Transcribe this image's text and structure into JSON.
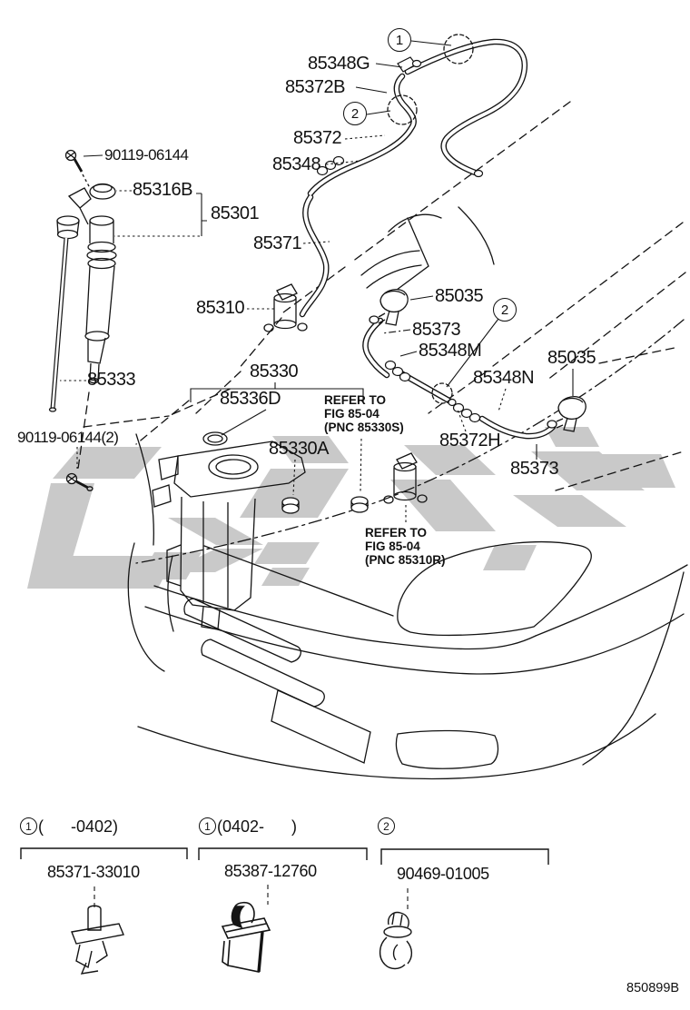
{
  "figure": {
    "code": "850899B"
  },
  "callouts": {
    "one": "1",
    "two": "2"
  },
  "parts": {
    "p85348G": "85348G",
    "p85372B": "85372B",
    "p85372": "85372",
    "p85348": "85348",
    "p90119_06144": "90119-06144",
    "p85316B": "85316B",
    "p85301": "85301",
    "p85310": "85310",
    "p85371": "85371",
    "p85333": "85333",
    "p90119_06144_2": "90119-06144(2)",
    "p85330": "85330",
    "p85336D": "85336D",
    "p85330A": "85330A",
    "p85035_left": "85035",
    "p85373_left": "85373",
    "p85348M": "85348M",
    "p85035_right": "85035",
    "p85348N": "85348N",
    "p85372H": "85372H",
    "p85373_right": "85373"
  },
  "notes": {
    "refer_85330s": {
      "line1": "REFER TO",
      "line2": "FIG 85-04",
      "line3": "(PNC 85330S)"
    },
    "refer_85310r": {
      "line1": "REFER TO",
      "line2": "FIG 85-04",
      "line3": "(PNC 85310R)"
    }
  },
  "legend": {
    "items": [
      {
        "callout": "1",
        "range": "(      -0402)",
        "part": "85371-33010"
      },
      {
        "callout": "1",
        "range": "(0402-      )",
        "part": "85387-12760"
      },
      {
        "callout": "2",
        "range": "",
        "part": "90469-01005"
      }
    ]
  }
}
